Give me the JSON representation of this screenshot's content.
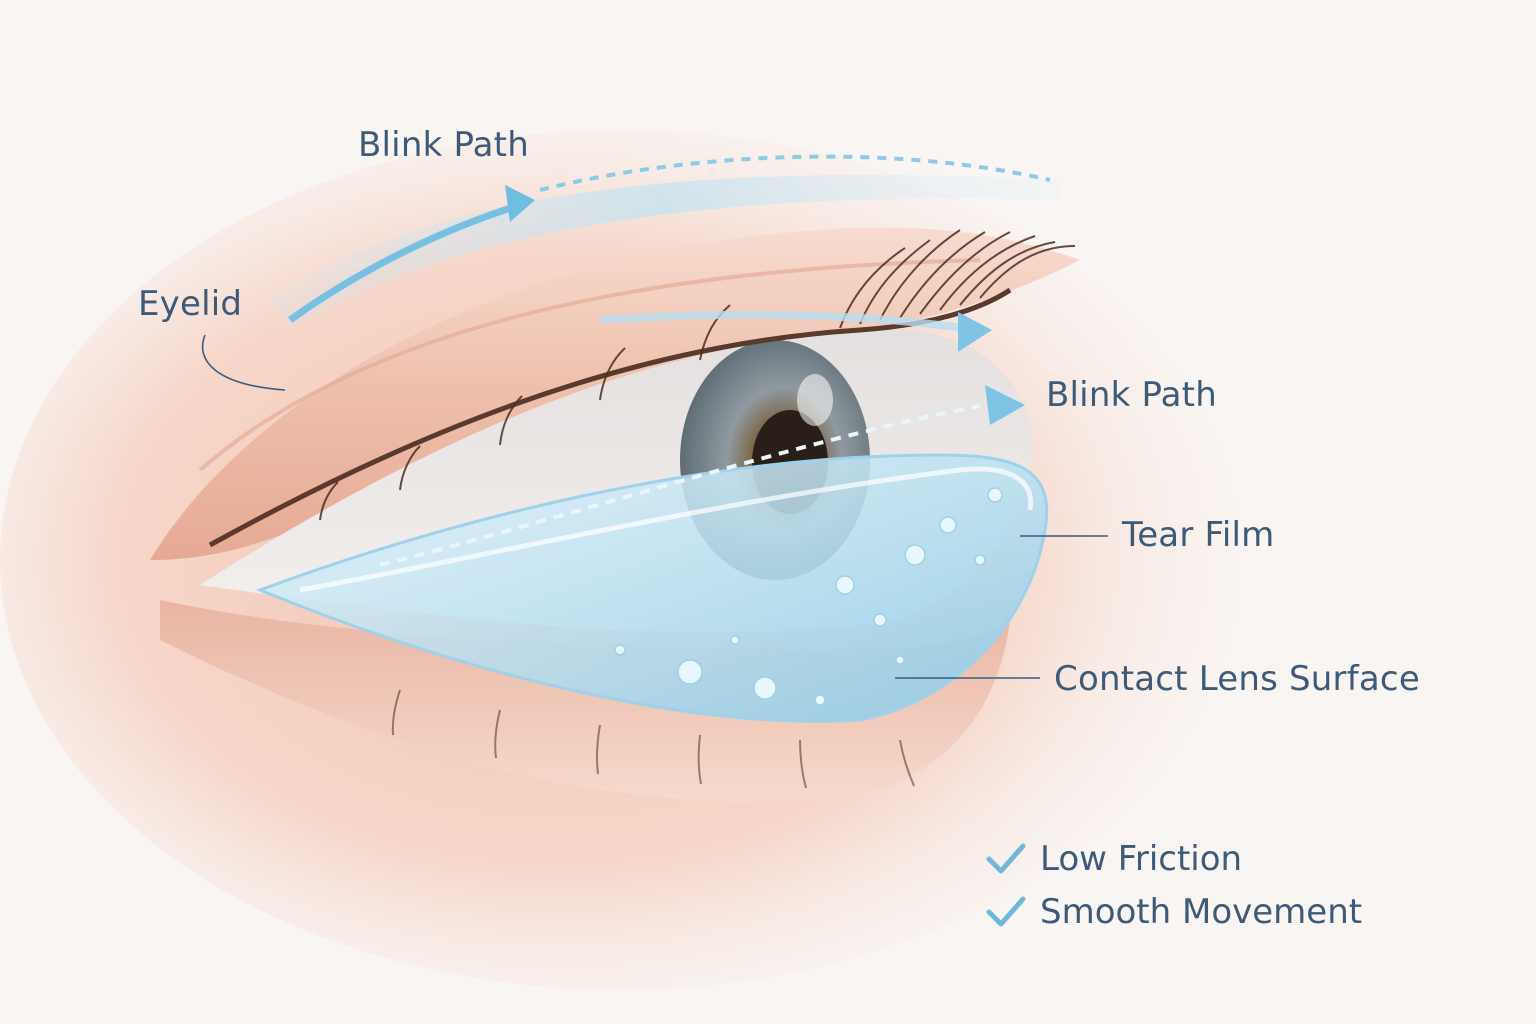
{
  "labels": {
    "blink_path_top": "Blink Path",
    "blink_path_middle": "Blink Path",
    "eyelid": "Eyelid",
    "tear_film": "Tear Film",
    "contact_lens_surface": "Contact Lens Surface"
  },
  "benefits": [
    {
      "text": "Low Friction",
      "icon": "check-icon"
    },
    {
      "text": "Smooth Movement",
      "icon": "check-icon"
    }
  ],
  "colors": {
    "label_text": "#3d5a78",
    "arrow_blue": "#6fbde0",
    "check_blue": "#6fb8dc",
    "skin": "#f2c9b8",
    "lens_blue": "#bfe3f3",
    "background": "#f9f5f3"
  }
}
